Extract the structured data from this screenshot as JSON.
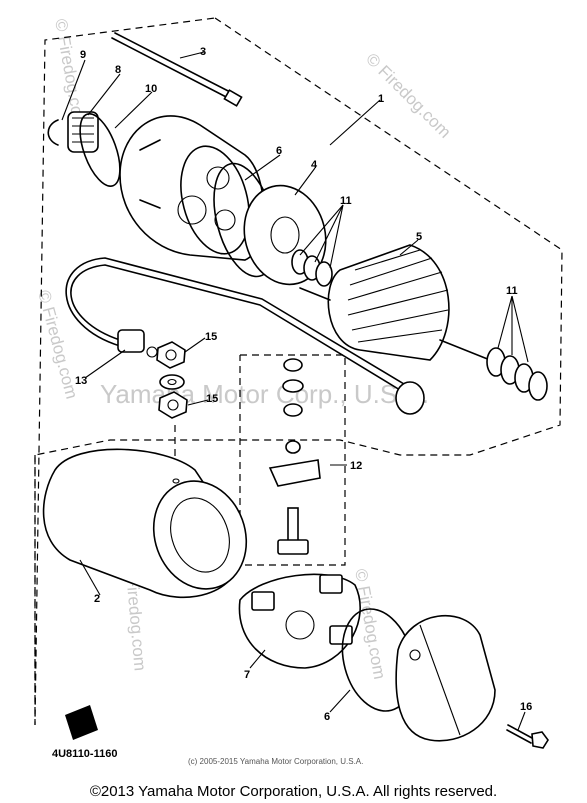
{
  "watermarks": {
    "site": "© Firedog.com",
    "site_short": "© Firedog.com",
    "site_left": "© Firedog.com",
    "site_bottom": "© Firedog.com",
    "site_mid": "© Firedog.com",
    "center": "Yamaha Motor Corp., U.S.A."
  },
  "part_numbers": {
    "p1": "1",
    "p2": "2",
    "p3": "3",
    "p4": "4",
    "p5": "5",
    "p6": "6",
    "p7": "7",
    "p8": "8",
    "p9": "9",
    "p10": "10",
    "p11a": "11",
    "p11b": "11",
    "p12": "12",
    "p13": "13",
    "p15a": "15",
    "p15b": "15",
    "p16": "16"
  },
  "diagram_code": "4U8110-1160",
  "small_copyright": "(c) 2005-2015 Yamaha Motor Corporation, U.S.A.",
  "footer": "©2013 Yamaha Motor Corporation, U.S.A. All rights reserved."
}
